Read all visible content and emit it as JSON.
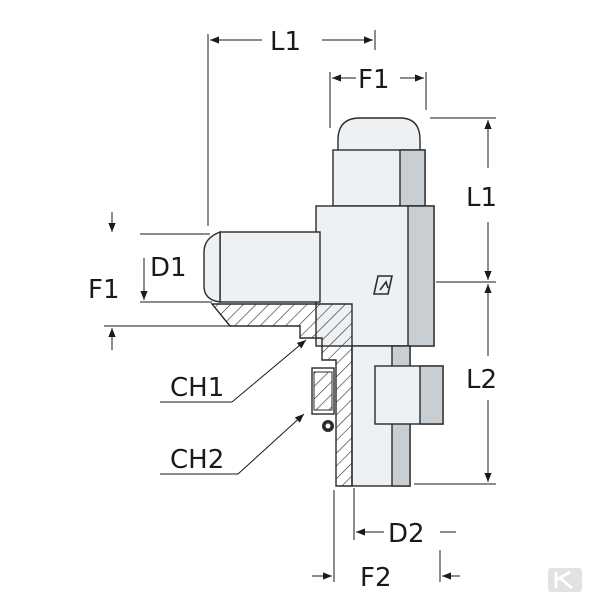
{
  "colors": {
    "body_fill": "#eef1f4",
    "shadow": "#c9ced3",
    "outline": "#2b2b2b",
    "section_fill": "#ffffff",
    "watermark": "#e2e2e2"
  },
  "labels": {
    "top_l1": "L1",
    "top_f1": "F1",
    "right_l1": "L1",
    "right_l2": "L2",
    "left_d1": "D1",
    "left_f1": "F1",
    "ch1": "CH1",
    "ch2": "CH2",
    "bottom_d2": "D2",
    "bottom_f2": "F2"
  },
  "icons": {
    "mark": "brand-mark-icon",
    "watermark": "watermark-logo-icon"
  }
}
